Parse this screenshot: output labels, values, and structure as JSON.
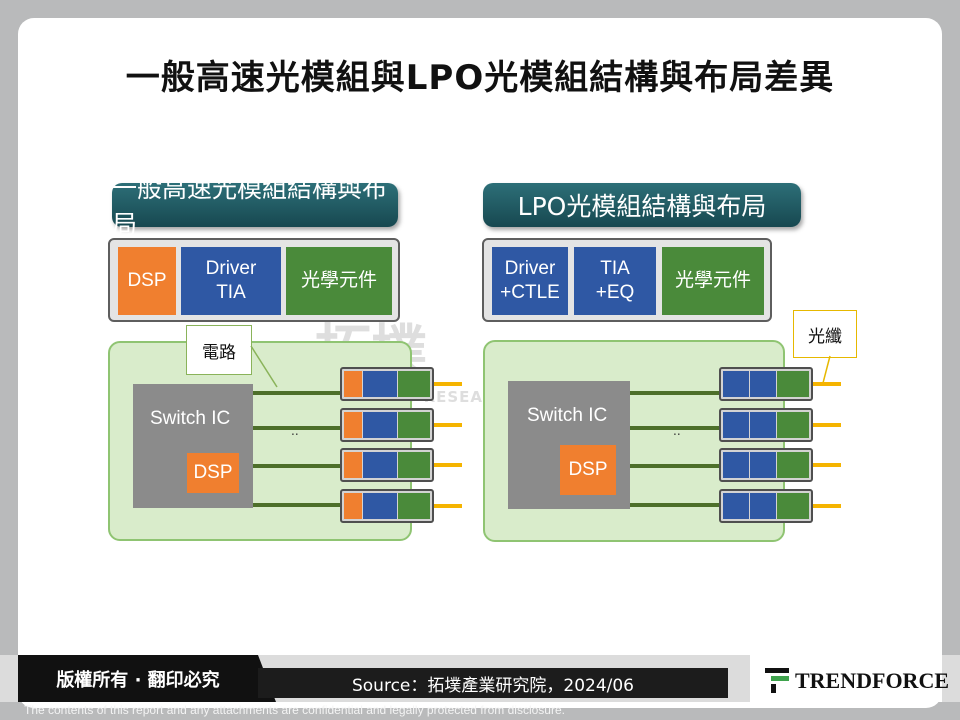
{
  "title": "一般高速光模組與LPO光模組結構與布局差異",
  "left": {
    "header": "一般高速光模組結構與布局",
    "blocks": [
      "DSP",
      "Driver\nTIA",
      "光學元件"
    ],
    "callout": "電路",
    "chip_label": "Switch IC",
    "chip_dsp": "DSP",
    "dots": "..",
    "module_colors": [
      "#f07f2f",
      "#2f58a4",
      "#4a8a3a"
    ]
  },
  "right": {
    "header": "LPO光模組結構與布局",
    "blocks": [
      "Driver\n+CTLE",
      "TIA\n+EQ",
      "光學元件"
    ],
    "callout": "光纖",
    "chip_label": "Switch IC",
    "chip_dsp": "DSP",
    "dots": "..",
    "module_colors": [
      "#2f58a4",
      "#2f58a4",
      "#4a8a3a"
    ]
  },
  "watermark": {
    "logo": "拓墣",
    "text": "TOPOLOGY RESEARCH INSTITUTE"
  },
  "footer": {
    "copyright": "版權所有 · 翻印必究",
    "source": "Source：拓墣產業研究院，2024/06",
    "logo": "TRENDFORCE",
    "disclaimer": "The contents of this report and any attachments are confidential and legally protected from disclosure."
  },
  "colors": {
    "header": "#1f5b63",
    "dsp": "#f07f2f",
    "driver": "#2f58a4",
    "optics": "#4a8a3a",
    "panel": "#d9eccb",
    "fiber": "#f5b400"
  }
}
